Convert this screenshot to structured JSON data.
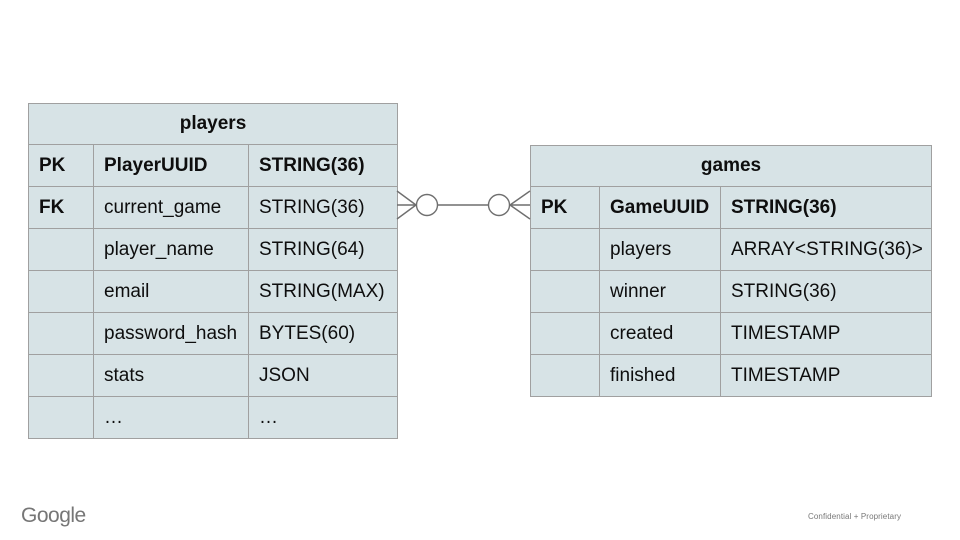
{
  "footer": {
    "brand": "Google",
    "note": "Confidential + Proprietary"
  },
  "colors": {
    "cell_fill": "#d7e3e6",
    "cell_border": "#a0a0a0",
    "connector_stroke": "#6f6f6f",
    "text": "#0e0e0e",
    "footer_gray": "#767676",
    "background": "#ffffff"
  },
  "diagram": {
    "kind": "entity-relationship",
    "relationship": {
      "connector_icons": [
        "crows-foot-left",
        "optionality-circle-left",
        "line",
        "optionality-circle-right",
        "crows-foot-right"
      ],
      "connects": "players.current_game row to games.PK row"
    },
    "tables": [
      {
        "title": "players",
        "rows": [
          {
            "key": "PK",
            "name": "PlayerUUID",
            "type": "STRING(36)"
          },
          {
            "key": "FK",
            "name": "current_game",
            "type": "STRING(36)"
          },
          {
            "key": "",
            "name": "player_name",
            "type": "STRING(64)"
          },
          {
            "key": "",
            "name": "email",
            "type": "STRING(MAX)"
          },
          {
            "key": "",
            "name": "password_hash",
            "type": "BYTES(60)"
          },
          {
            "key": "",
            "name": "stats",
            "type": "JSON"
          },
          {
            "key": "",
            "name": "…",
            "type": "…"
          }
        ]
      },
      {
        "title": "games",
        "rows": [
          {
            "key": "PK",
            "name": "GameUUID",
            "type": "STRING(36)"
          },
          {
            "key": "",
            "name": "players",
            "type": "ARRAY<STRING(36)>"
          },
          {
            "key": "",
            "name": "winner",
            "type": "STRING(36)"
          },
          {
            "key": "",
            "name": "created",
            "type": "TIMESTAMP"
          },
          {
            "key": "",
            "name": "finished",
            "type": "TIMESTAMP"
          }
        ]
      }
    ]
  }
}
